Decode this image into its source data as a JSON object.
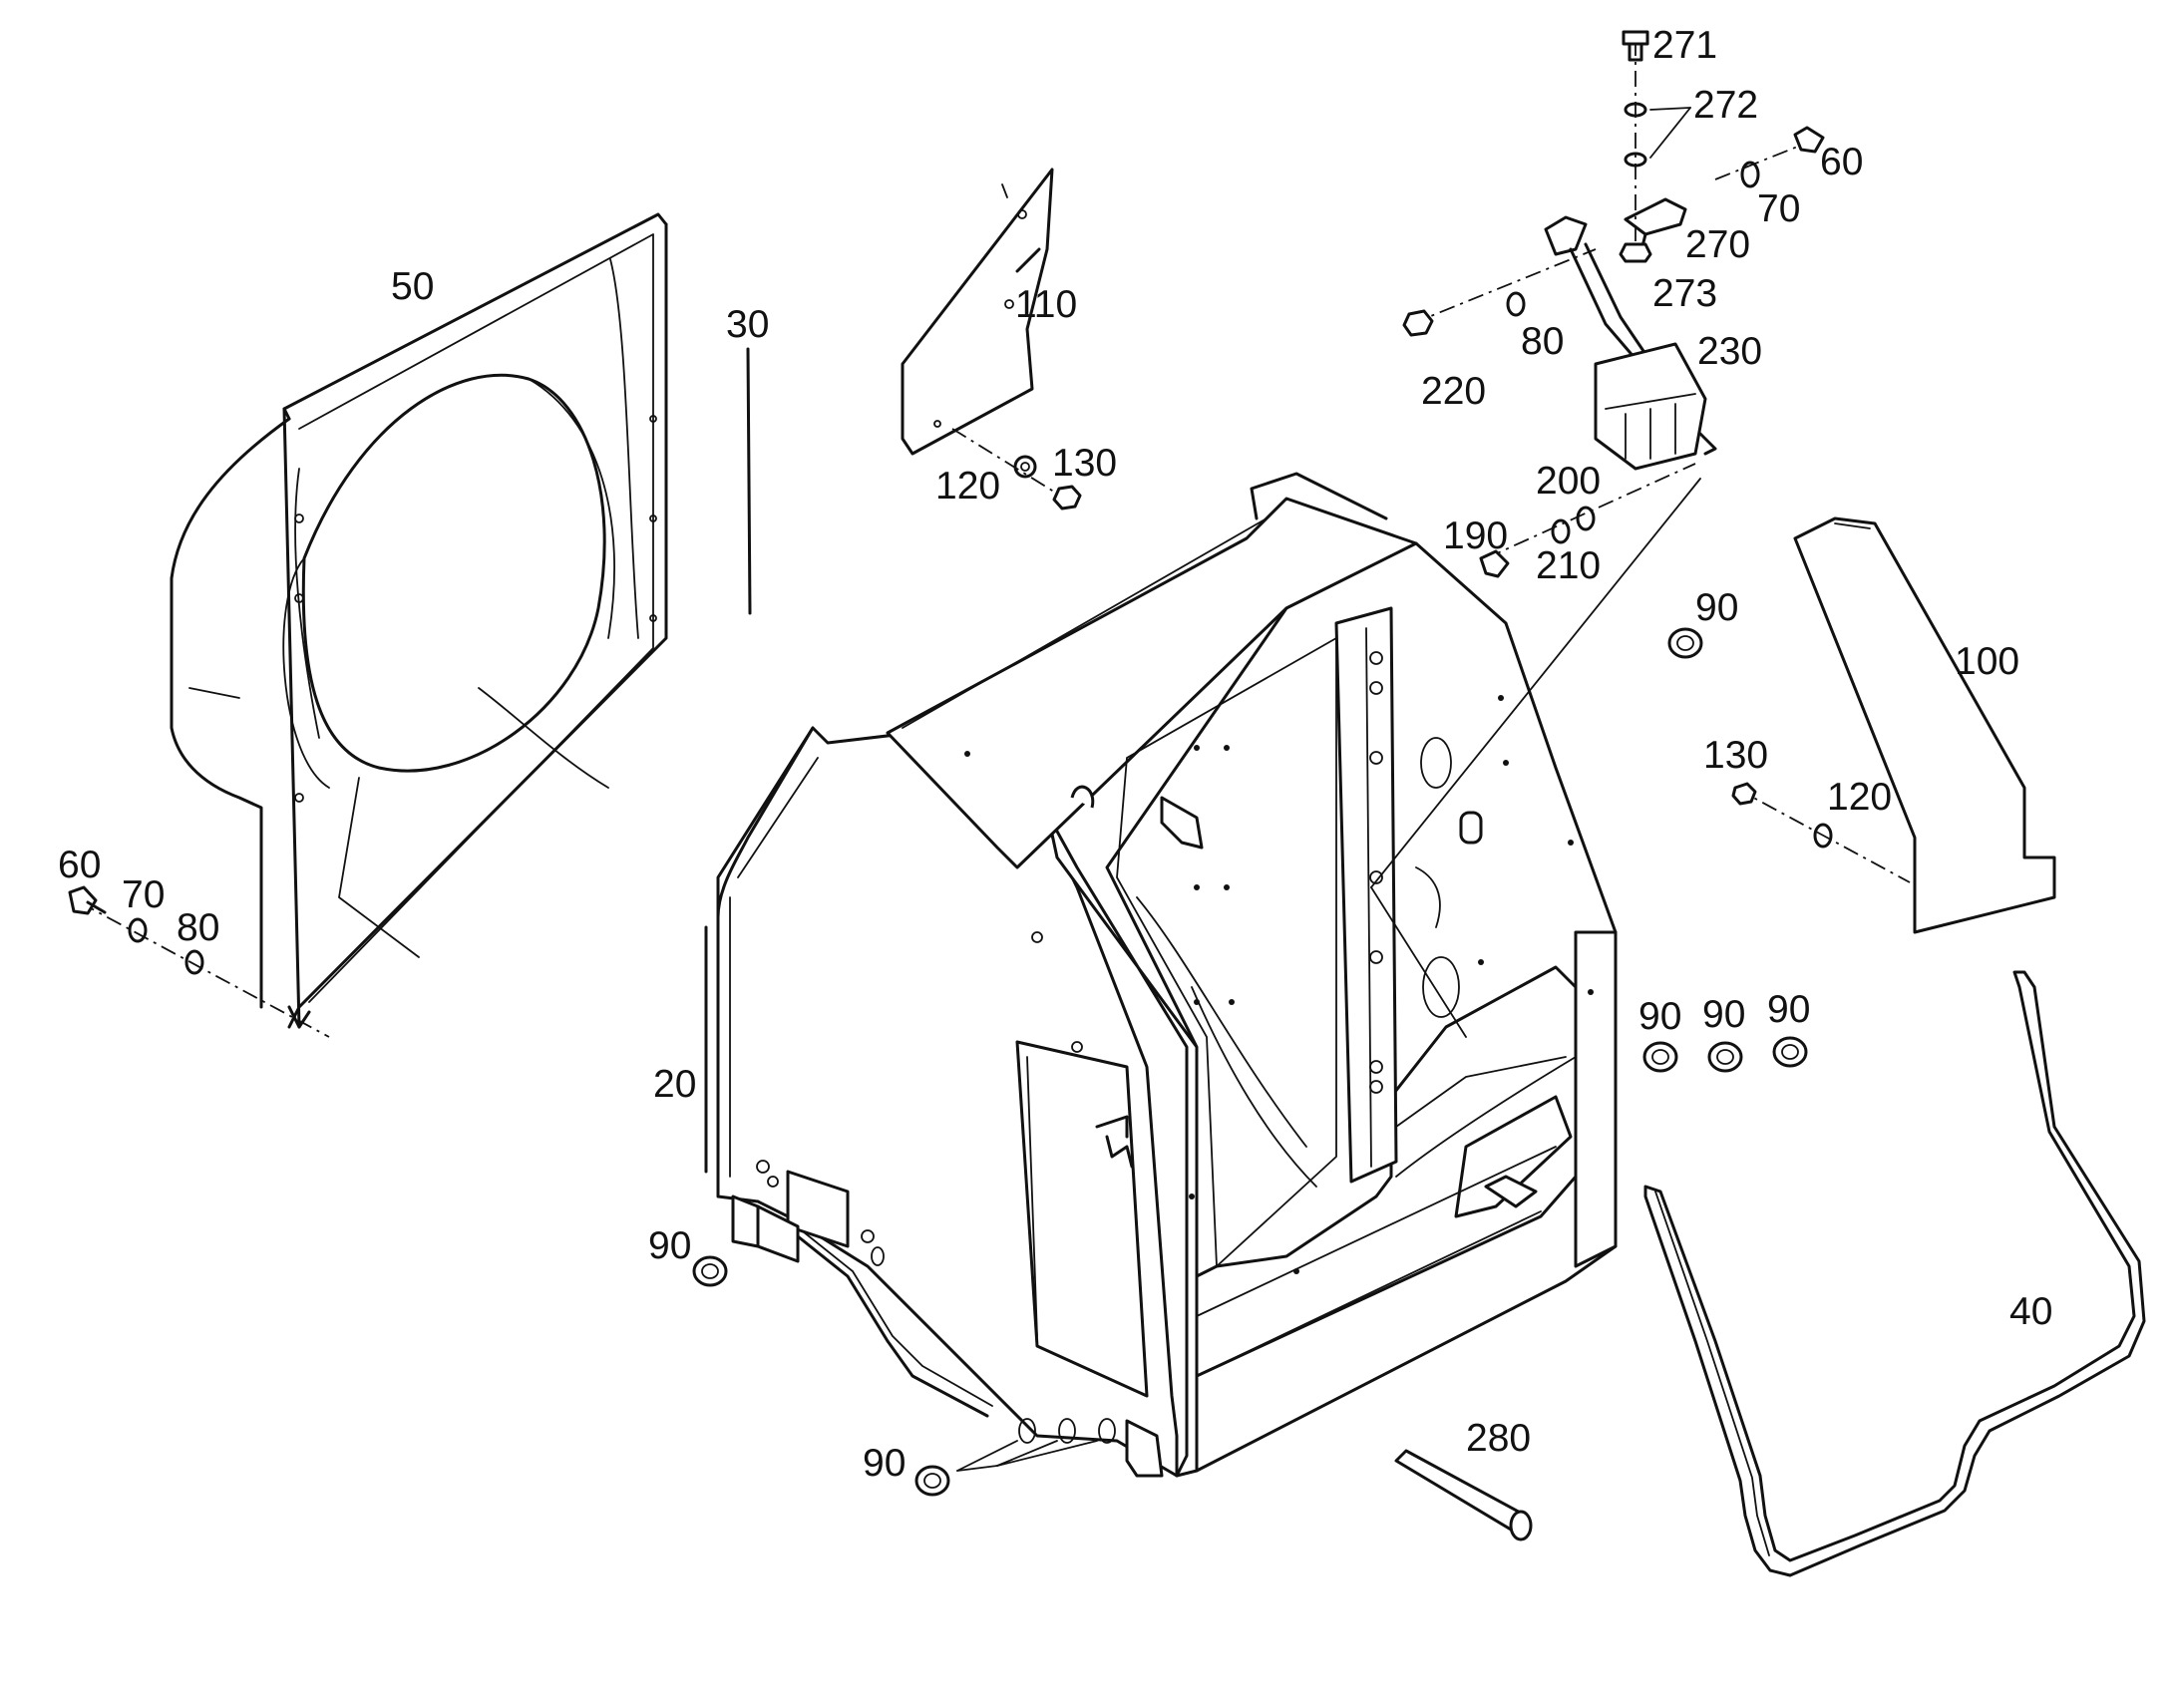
{
  "callouts": {
    "c20": "20",
    "c30": "30",
    "c40": "40",
    "c50": "50",
    "c60a": "60",
    "c60b": "60",
    "c70a": "70",
    "c70b": "70",
    "c80a": "80",
    "c80b": "80",
    "c90a": "90",
    "c90b": "90",
    "c90c": "90",
    "c90d": "90",
    "c90e": "90",
    "c90f": "90",
    "c100": "100",
    "c110": "110",
    "c120a": "120",
    "c120b": "120",
    "c130a": "130",
    "c130b": "130",
    "c190": "190",
    "c200": "200",
    "c210": "210",
    "c220": "220",
    "c230": "230",
    "c270": "270",
    "c271": "271",
    "c272": "272",
    "c273": "273",
    "c280": "280"
  }
}
